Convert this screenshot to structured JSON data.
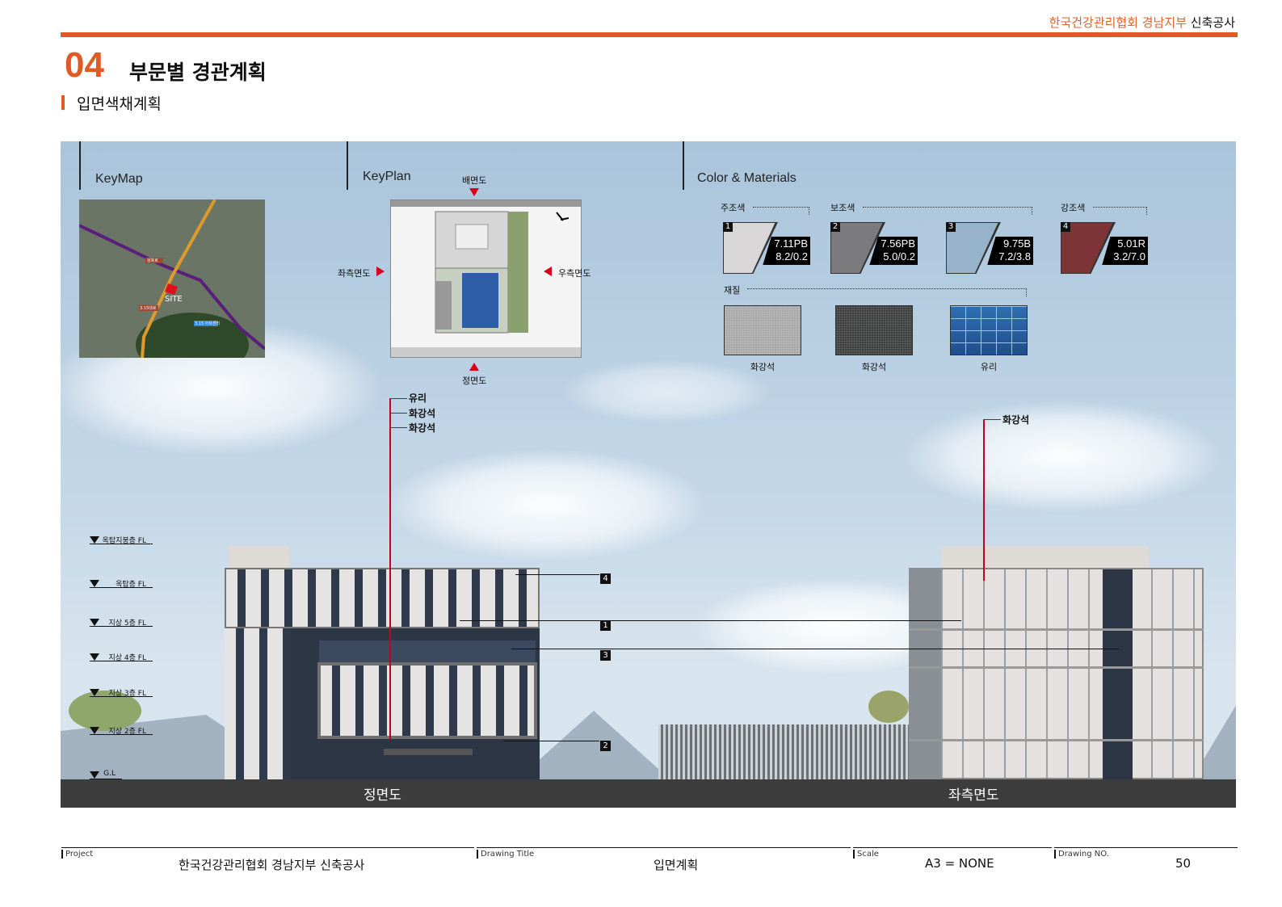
{
  "header": {
    "org": "한국건강관리협회 경남지부",
    "suffix": "신축공사"
  },
  "section": {
    "number": "04",
    "title": "부문별 경관계획",
    "subtitle": "입면색채계획"
  },
  "panels": {
    "keymap": "KeyMap",
    "keyplan": "KeyPlan",
    "materials": "Color & Materials"
  },
  "keymap": {
    "site": "SITE",
    "labels": [
      "삼호로",
      "3.15대로",
      "3.15 아트센터"
    ]
  },
  "keyplan": {
    "rear": "배면도",
    "left": "좌측면도",
    "right": "우측면도",
    "front": "정면도"
  },
  "colors": {
    "main_label": "주조색",
    "sub_label": "보조색",
    "accent_label": "강조색",
    "material_label": "재질",
    "swatches": [
      {
        "num": "1",
        "code1": "7.11PB",
        "code2": "8.2/0.2",
        "hex": "#d8d6d7"
      },
      {
        "num": "2",
        "code1": "7.56PB",
        "code2": "5.0/0.2",
        "hex": "#7b7b7d"
      },
      {
        "num": "3",
        "code1": "9.75B",
        "code2": "7.2/3.8",
        "hex": "#97b3c9"
      },
      {
        "num": "4",
        "code1": "5.01R",
        "code2": "3.2/7.0",
        "hex": "#7d3436"
      }
    ],
    "materials": [
      {
        "label": "화강석"
      },
      {
        "label": "화강석"
      },
      {
        "label": "유리"
      }
    ]
  },
  "callouts": {
    "front": [
      "유리",
      "화강석",
      "화강석"
    ],
    "side": [
      "화강석"
    ],
    "tags": [
      "4",
      "1",
      "3",
      "2"
    ]
  },
  "levels": [
    "옥탑지붕층 FL",
    "옥탑층 FL",
    "지상 5층 FL",
    "지상 4층 FL",
    "지상 3층 FL",
    "지상 2층 FL",
    "G.L"
  ],
  "elevations": {
    "front": "정면도",
    "side": "좌측면도"
  },
  "footer": {
    "project_label": "Project",
    "project": "한국건강관리협회 경남지부 신축공사",
    "title_label": "Drawing Title",
    "title": "입면계획",
    "scale_label": "Scale",
    "scale": "A3 = NONE",
    "no_label": "Drawing NO.",
    "no": "50"
  }
}
